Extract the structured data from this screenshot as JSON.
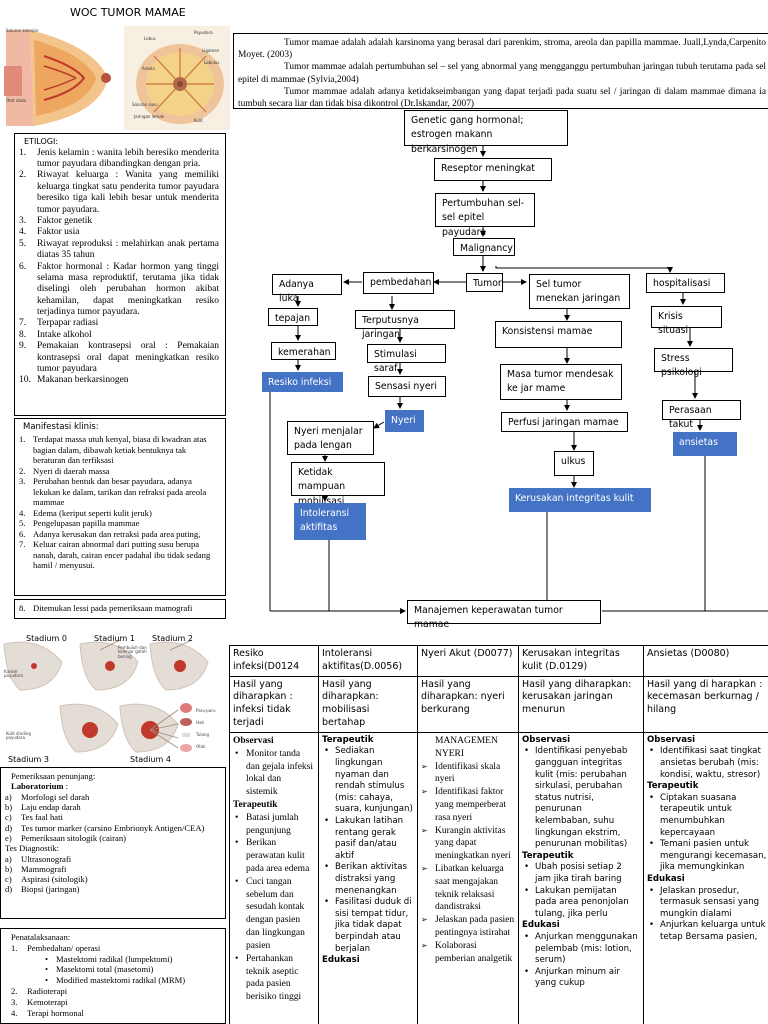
{
  "title": "WOC TUMOR MAMAE",
  "definition": [
    "Tumor mamae adalah adalah karsinoma yang berasal dari parenkim, stroma, areola dan papilla mammae. Juall,Lynda,Carpenito Moyet. (2003)",
    "Tumor mammae adalah pertumbuhan sel – sel yang abnormal yang mengganggu pertumbuhan jaringan tubuh terutama pada sel  epitel  di mammae (Sylvia,2004)",
    "Tumor mammae adalah adanya ketidakseimbangan yang dapat terjadi pada suatu sel / jaringan di dalam mammae dimana ia tumbuh secara liar dan tidak bisa dikontrol (Dr.Iskandar, 2007)"
  ],
  "anatomy_labels": [
    "Saluran kelenjar",
    "Otot dada",
    "Lobus",
    "Payudara",
    "Areola",
    "Saluran susu",
    "Jaringan lemak",
    "Kulit",
    "Ligamen",
    "Lobulus"
  ],
  "etiologi": {
    "heading": "ETILOGI:",
    "items": [
      {
        "n": "1.",
        "t": "Jenis kelamin : wanita lebih beresiko menderita tumor payudara dibandingkan dengan pria."
      },
      {
        "n": "2.",
        "t": "Riwayat keluarga : Wanita yang memiliki keluarga tingkat satu penderita tumor payudara beresiko tiga kali lebih besar untuk menderita tumor payudara."
      },
      {
        "n": "3.",
        "t": "Faktor genetik"
      },
      {
        "n": "4.",
        "t": "Faktor usia"
      },
      {
        "n": "5.",
        "t": "Riwayat reproduksi : melahirkan anak pertama diatas 35 tahun"
      },
      {
        "n": "6.",
        "t": "Faktor hormonal : Kadar hormon yang tinggi selama masa reproduktif, terutama jika tidak diselingi oleh perubahan hormon akibat kehamilan, dapat meningkatkan resiko terjadinya tumor payudara."
      },
      {
        "n": "7.",
        "t": "Terpapar radiasi"
      },
      {
        "n": "8.",
        "t": "Intake alkohol"
      },
      {
        "n": "9.",
        "t": "Pemakaian kontrasepsi oral : Pemakaian kontrasepsi oral dapat meningkatkan resiko tumor payudara"
      },
      {
        "n": "10.",
        "t": "Makanan berkarsinogen"
      }
    ]
  },
  "manifestasi": {
    "heading": "Manifestasi klinis:",
    "items": [
      {
        "n": "1.",
        "t": "Terdapat massa utuh kenyal, biasa di kwadran atas bagian dalam, dibawah ketiak bentuknya tak beraturan dan terfiksasi"
      },
      {
        "n": "2.",
        "t": "Nyeri di daerah massa"
      },
      {
        "n": "3.",
        "t": "Perubahan bentuk dan besar payudara, adanya lekukan ke dalam, tarikan dan refraksi pada areola mammae"
      },
      {
        "n": "4.",
        "t": "Edema (keriput seperti kulit jeruk)"
      },
      {
        "n": "5.",
        "t": "Pengelupasan papilla mammae"
      },
      {
        "n": "6.",
        "t": "Adanya kerusakan dan retraksi pada area puting,"
      },
      {
        "n": "7.",
        "t": "Keluar cairan abnormal dari putting susu berupa nanah, darah, cairan encer padahal ibu tidak sedang hamil / menyusui."
      }
    ],
    "item8": {
      "n": "8.",
      "t": "Ditemukan lessi pada pemeriksaan mamografi"
    }
  },
  "stadium": {
    "labels": [
      "Stadium 0",
      "Stadium 1",
      "Stadium 2",
      "Stadium 3",
      "Stadium 4"
    ],
    "annotations": [
      "Kanker payudara",
      "Pembuluh dan kelenjar getah bening",
      "Kulit dinding payudara",
      "Paru-paru",
      "Hati",
      "Tulang",
      "Otak"
    ]
  },
  "penunjang": {
    "heading": "Pemeriksaan penunjang:",
    "lab_heading": "Laboratorium",
    "lab_colon": " :",
    "lab": [
      {
        "n": "a)",
        "t": "Morfologi sel darah"
      },
      {
        "n": "b)",
        "t": "Laju endap darah"
      },
      {
        "n": "c)",
        "t": "Tes faal hati"
      },
      {
        "n": "d)",
        "t": "Tes tumor marker (carsino Embrionyk Antigen/CEA)"
      },
      {
        "n": "e)",
        "t": "Pemeriksaan sitologik (cairan)"
      }
    ],
    "diag_heading": "Tes Diagnostik:",
    "diag": [
      {
        "n": "a)",
        "t": "Ultrasonografi"
      },
      {
        "n": "b)",
        "t": "Mammografi"
      },
      {
        "n": "c)",
        "t": "Aspirasi (sitologik)"
      },
      {
        "n": "d)",
        "t": "Biopsi (jaringan)"
      }
    ]
  },
  "penatalaksanaan": {
    "heading": "Penatalaksanaan:",
    "items": [
      {
        "n": "1.",
        "t": "Pembedahan/ operasi"
      },
      {
        "n": "2.",
        "t": "Radioterapi"
      },
      {
        "n": "3.",
        "t": "Kemoterapi"
      },
      {
        "n": "4.",
        "t": "Terapi hormonal"
      }
    ],
    "sub": [
      "Mastektomi radikal (lumpektomi)",
      "Masektomi total (masetomi)",
      "Modified mastektomi radikal (MRM)"
    ]
  },
  "flow": {
    "genetic": "Genetic gang hormonal; estrogen makann berkarsinogen",
    "reseptor": "Reseptor meningkat",
    "pertumbuhan": "Pertumbuhan sel-sel epitel payudara",
    "malignancy": "Malignancy",
    "tumor": "Tumor",
    "pembedahan": "pembedahan",
    "adanya_luka": "Adanya luka",
    "tepajan": "tepajan",
    "kemerahan": "kemerahan",
    "resiko_infeksi": "Resiko infeksi",
    "terputusnya": "Terputusnya jaringan",
    "stimulasi": "Stimulasi saraf",
    "sensasi": "Sensasi nyeri",
    "nyeri": "Nyeri",
    "nyeri_menjalar": "Nyeri menjalar pada lengan",
    "ketidak": "Ketidak mampuan mobilisasi lengan",
    "intoleransi": "Intoleransi aktifitas",
    "sel_tumor": "Sel tumor menekan jaringan",
    "konsistensi": "Konsistensi mamae",
    "masa_tumor": "Masa tumor mendesak ke jar mame",
    "perfusi": "Perfusi jaringan  mamae",
    "ulkus": "ulkus",
    "kerusakan": "Kerusakan integritas kulit",
    "hospitalisasi": "hospitalisasi",
    "krisis": "Krisis situasi",
    "stress": "Stress psikologi",
    "perasaan": "Perasaan takut",
    "ansietas": "ansietas",
    "manajemen": "Manajemen keperawatan tumor mamae"
  },
  "table": {
    "diagnoses": [
      "Resiko infeksi(D0124",
      "Intoleransi aktifitas(D.0056)",
      "Nyeri Akut (D0077)",
      "Kerusakan integritas kulit (D.0129)",
      "Ansietas (D0080)"
    ],
    "outcomes": [
      "Hasil yang diharapkan : infeksi tidak terjadi",
      "Hasil yang diharapkan: mobilisasi bertahap",
      "Hasil yang diharapkan: nyeri berkurang",
      "Hasil yang diharapkan: kerusakan jaringan menurun",
      "Hasil yang di harapkan : kecemasan berkurnag / hilang"
    ],
    "col1": {
      "h1": "Observasi",
      "obs": [
        "Monitor tanda dan gejala infeksi lokal dan sistemik"
      ],
      "h2": "Terapeutik",
      "ter": [
        "Batasi jumlah pengunjung",
        "Berikan perawatan kulit pada area edema",
        "Cuci tangan sebelum dan sesudah kontak dengan pasien dan lingkungan pasien",
        "Pertahankan teknik aseptic pada pasien berisiko tinggi"
      ]
    },
    "col2": {
      "h1": "Terapeutik",
      "ter": [
        "Sediakan lingkungan nyaman dan rendah stimulus (mis: cahaya, suara, kunjungan)",
        "Lakukan latihan rentang gerak pasif dan/atau aktif",
        "Berikan aktivitas distraksi yang menenangkan",
        "Fasilitasi duduk di sisi tempat tidur, jika tidak dapat berpindah atau berjalan"
      ],
      "h2": "Edukasi"
    },
    "col3": {
      "h1": "MANAGEMEN NYERI",
      "items": [
        "Identifikasi skala nyeri",
        "Identifikasi faktor yang memperberat rasa nyeri",
        "Kurangin aktivitas yang dapat meningkatkan nyeri",
        "Libatkan keluarga saat mengajakan teknik relaksasi dandistraksi",
        "Jelaskan pada pasien pentingnya istirahat",
        "Kolaborasi pemberian analgetik"
      ]
    },
    "col4": {
      "h1": "Observasi",
      "obs": [
        "Identifikasi penyebab gangguan integritas kulit (mis: perubahan sirkulasi, perubahan status nutrisi, penurunan kelembaban, suhu lingkungan ekstrim, penurunan mobilitas)"
      ],
      "h2": "Terapeutik",
      "ter": [
        "Ubah posisi setiap 2 jam jika tirah baring",
        "Lakukan pemijatan pada area penonjolan tulang, jika perlu"
      ],
      "h3": "Edukasi",
      "edu": [
        "Anjurkan menggunakan pelembab (mis: lotion, serum)",
        "Anjurkan minum air yang cukup"
      ]
    },
    "col5": {
      "h1": "Observasi",
      "obs": [
        "Identifikasi saat tingkat ansietas berubah (mis: kondisi, waktu, stresor)"
      ],
      "h2": "Terapeutik",
      "ter": [
        "Ciptakan suasana terapeutik untuk menumbuhkan kepercayaan",
        "Temani pasien untuk mengurangi kecemasan, jika memungkinkan"
      ],
      "h3": "Edukasi",
      "edu": [
        "Jelaskan prosedur, termasuk sensasi yang mungkin dialami",
        "Anjurkan keluarga untuk tetap Bersama pasien,"
      ]
    }
  }
}
